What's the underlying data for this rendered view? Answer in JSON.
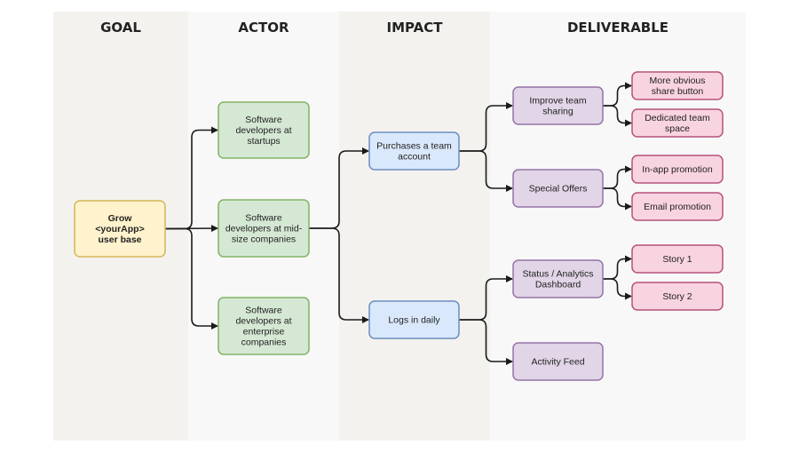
{
  "columns": [
    {
      "id": "goal",
      "title": "GOAL",
      "bg": "#f4f2ee"
    },
    {
      "id": "actor",
      "title": "ACTOR",
      "bg": "#f8f8f8"
    },
    {
      "id": "impact",
      "title": "IMPACT",
      "bg": "#f4f2ee"
    },
    {
      "id": "deliverable",
      "title": "DELIVERABLE",
      "bg": "#f8f8f8"
    }
  ],
  "colors": {
    "goal": {
      "fill": "#fff2cc",
      "stroke": "#d6b656"
    },
    "actor": {
      "fill": "#d5e8d4",
      "stroke": "#82b366"
    },
    "impact": {
      "fill": "#dae8fc",
      "stroke": "#6c8ebf"
    },
    "deliverable": {
      "fill": "#e1d5e7",
      "stroke": "#9673a6"
    },
    "story": {
      "fill": "#f8d3e0",
      "stroke": "#b5527a"
    }
  },
  "nodes": [
    {
      "id": "goal",
      "kind": "goal",
      "lines": [
        "Grow",
        "<yourApp>",
        "user base"
      ]
    },
    {
      "id": "actor-startups",
      "kind": "actor",
      "lines": [
        "Software",
        "developers at",
        "startups"
      ]
    },
    {
      "id": "actor-midsize",
      "kind": "actor",
      "lines": [
        "Software",
        "developers at mid-",
        "size companies"
      ]
    },
    {
      "id": "actor-enterprise",
      "kind": "actor",
      "lines": [
        "Software",
        "developers at",
        "enterprise",
        "companies"
      ]
    },
    {
      "id": "impact-team-account",
      "kind": "impact",
      "lines": [
        "Purchases a team",
        "account"
      ]
    },
    {
      "id": "impact-logs-daily",
      "kind": "impact",
      "lines": [
        "Logs in daily"
      ]
    },
    {
      "id": "deliv-team-sharing",
      "kind": "deliverable",
      "lines": [
        "Improve team",
        "sharing"
      ]
    },
    {
      "id": "deliv-special-offers",
      "kind": "deliverable",
      "lines": [
        "Special Offers"
      ]
    },
    {
      "id": "deliv-status-dashboard",
      "kind": "deliverable",
      "lines": [
        "Status / Analytics",
        "Dashboard"
      ]
    },
    {
      "id": "deliv-activity-feed",
      "kind": "deliverable",
      "lines": [
        "Activity Feed"
      ]
    },
    {
      "id": "story-share-button",
      "kind": "story",
      "lines": [
        "More obvious",
        "share button"
      ]
    },
    {
      "id": "story-team-space",
      "kind": "story",
      "lines": [
        "Dedicated team",
        "space"
      ]
    },
    {
      "id": "story-inapp-promo",
      "kind": "story",
      "lines": [
        "In-app promotion"
      ]
    },
    {
      "id": "story-email-promo",
      "kind": "story",
      "lines": [
        "Email promotion"
      ]
    },
    {
      "id": "story-1",
      "kind": "story",
      "lines": [
        "Story 1"
      ]
    },
    {
      "id": "story-2",
      "kind": "story",
      "lines": [
        "Story 2"
      ]
    }
  ],
  "edges": [
    [
      "goal",
      "actor-startups"
    ],
    [
      "goal",
      "actor-midsize"
    ],
    [
      "goal",
      "actor-enterprise"
    ],
    [
      "actor-midsize",
      "impact-team-account"
    ],
    [
      "actor-midsize",
      "impact-logs-daily"
    ],
    [
      "impact-team-account",
      "deliv-team-sharing"
    ],
    [
      "impact-team-account",
      "deliv-special-offers"
    ],
    [
      "impact-logs-daily",
      "deliv-status-dashboard"
    ],
    [
      "impact-logs-daily",
      "deliv-activity-feed"
    ],
    [
      "deliv-team-sharing",
      "story-share-button"
    ],
    [
      "deliv-team-sharing",
      "story-team-space"
    ],
    [
      "deliv-special-offers",
      "story-inapp-promo"
    ],
    [
      "deliv-special-offers",
      "story-email-promo"
    ],
    [
      "deliv-status-dashboard",
      "story-1"
    ],
    [
      "deliv-status-dashboard",
      "story-2"
    ]
  ]
}
